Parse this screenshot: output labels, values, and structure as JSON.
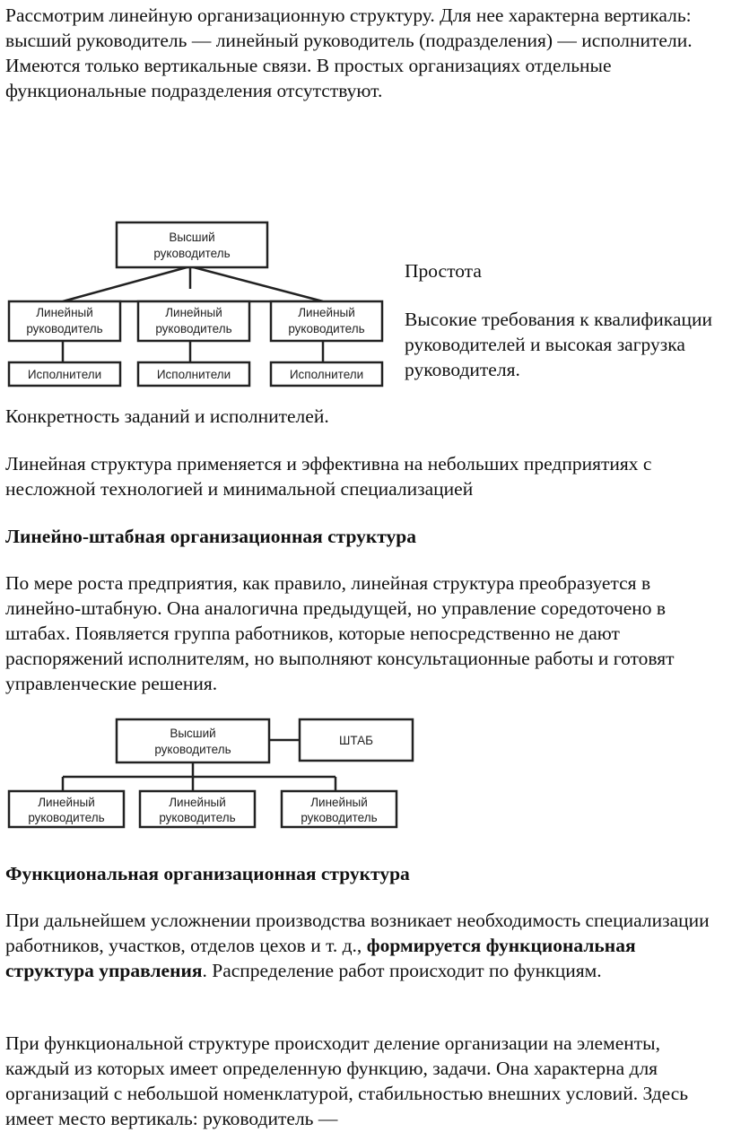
{
  "intro": "Рассмотрим линейную организационную структуру. Для нее характерна вертикаль: высший руководитель — линейный руководитель (подразделения) — исполнители. Имеются только вертикальные связи. В простых организациях отдельные функциональные подразделения отсутствуют.",
  "diagram1": {
    "top": [
      "Высший",
      "руководитель"
    ],
    "mid": [
      "Линейный",
      "руководитель"
    ],
    "bottom": "Исполнители"
  },
  "advantage": "Простота",
  "disadvantage": "Высокие требования к квалификации руководителей и высокая загрузка руководителя.",
  "concreteness": "Конкретность заданий и исполнителей.",
  "linear_usage": "Линейная структура применяется и эффективна на небольших предприятиях с несложной технологией и минимальной специализацией",
  "heading_staff": "Линейно-штабная организационная структура",
  "staff_para": "По мере роста предприятия, как правило, линейная структура преобразуется в линейно-штабную. Она аналогична предыдущей, но управление соредоточено в штабах. Появляется группа работников, которые непосредственно не дают распоряжений исполнителям, но выполняют консультационные работы и готовят управленческие решения.",
  "diagram2": {
    "top": [
      "Высший",
      "руководитель"
    ],
    "staff": "ШТАБ",
    "mid": [
      "Линейный",
      "руководитель"
    ]
  },
  "heading_func": "Функциональная организационная структура",
  "func_para1_a": "При дальнейшем усложнении производства возникает необходимость специализации работников, участков, отделов цехов и т. д., ",
  "func_para1_bold": "формируется функциональная структура управления",
  "func_para1_b": ". Распределение работ происходит по функциям.",
  "func_para2": "При функциональной структуре происходит деление организации на элементы, каждый из которых имеет определенную функцию, задачи. Она характерна для организаций с небольшой номенклатурой, стабильностью внешних условий. Здесь имеет место вертикаль: руководитель —"
}
